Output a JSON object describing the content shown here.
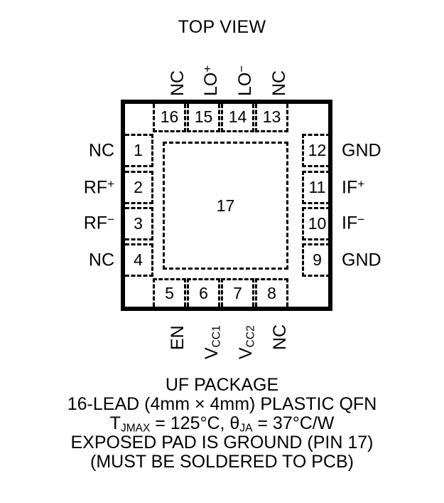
{
  "diagram": {
    "title": "TOP VIEW",
    "package_outline": {
      "exposed_pad_number": "17"
    },
    "pins": {
      "top": [
        {
          "number": "16",
          "label": "NC",
          "label_html": "NC"
        },
        {
          "number": "15",
          "label": "LO+",
          "label_html": "LO<sup>+</sup>"
        },
        {
          "number": "14",
          "label": "LO-",
          "label_html": "LO<sup>−</sup>"
        },
        {
          "number": "13",
          "label": "NC",
          "label_html": "NC"
        }
      ],
      "left": [
        {
          "number": "1",
          "label": "NC",
          "label_html": "NC"
        },
        {
          "number": "2",
          "label": "RF+",
          "label_html": "RF<sup>+</sup>"
        },
        {
          "number": "3",
          "label": "RF-",
          "label_html": "RF<sup>−</sup>"
        },
        {
          "number": "4",
          "label": "NC",
          "label_html": "NC"
        }
      ],
      "bottom": [
        {
          "number": "5",
          "label": "EN",
          "label_html": "EN"
        },
        {
          "number": "6",
          "label": "VCC1",
          "label_html": "V<sub>CC1</sub>"
        },
        {
          "number": "7",
          "label": "VCC2",
          "label_html": "V<sub>CC2</sub>"
        },
        {
          "number": "8",
          "label": "NC",
          "label_html": "NC"
        }
      ],
      "right": [
        {
          "number": "12",
          "label": "GND",
          "label_html": "GND"
        },
        {
          "number": "11",
          "label": "IF+",
          "label_html": "IF<sup>+</sup>"
        },
        {
          "number": "10",
          "label": "IF-",
          "label_html": "IF<sup>−</sup>"
        },
        {
          "number": "9",
          "label": "GND",
          "label_html": "GND"
        }
      ]
    },
    "caption": {
      "line1": "UF PACKAGE",
      "line2": "16-LEAD (4mm × 4mm) PLASTIC QFN",
      "line3_html": "T<sub>JMAX</sub> = 125°C, θ<sub>JA</sub> = 37°C/W",
      "line3_text": "TJMAX = 125°C, θJA = 37°C/W",
      "line4": "EXPOSED PAD IS GROUND (PIN 17)",
      "line5": "(MUST BE SOLDERED TO PCB)"
    },
    "colors": {
      "ink": "#000000",
      "background": "#ffffff"
    }
  }
}
